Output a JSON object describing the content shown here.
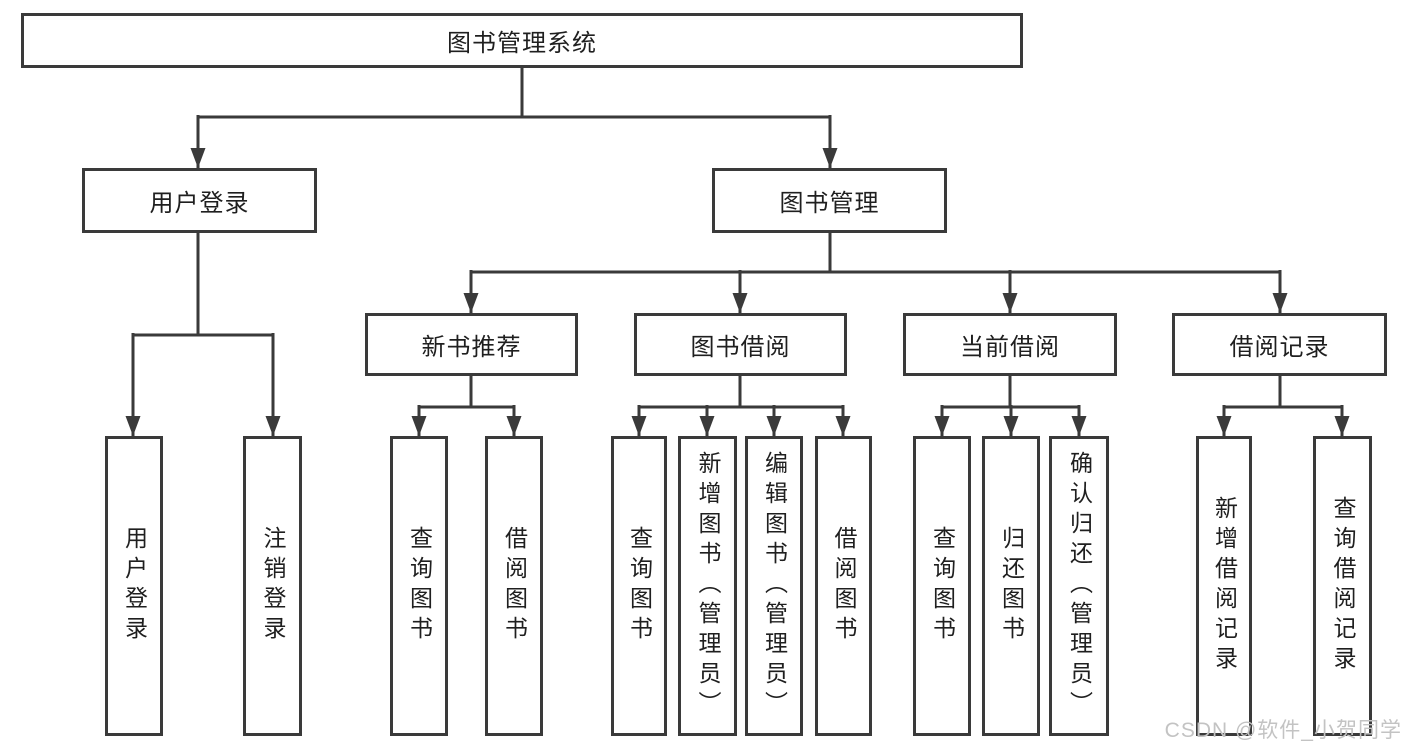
{
  "diagram": {
    "title": "图书管理系统",
    "type": "hierarchy-tree",
    "colors": {
      "line": "#3a3a3a",
      "box_border": "#3a3a3a",
      "box_background": "#ffffff",
      "text": "#1f1f1f",
      "watermark": "#c3c3c3"
    }
  },
  "nodes": {
    "root": {
      "label": "图书管理系统"
    },
    "user_login": {
      "label": "用户登录"
    },
    "book_mgmt": {
      "label": "图书管理"
    },
    "login": {
      "label": "用户登录"
    },
    "logout": {
      "label": "注销登录"
    },
    "new_book_rec": {
      "label": "新书推荐"
    },
    "book_borrow": {
      "label": "图书借阅"
    },
    "current_borrow": {
      "label": "当前借阅"
    },
    "borrow_records": {
      "label": "借阅记录"
    },
    "nbr_query": {
      "label": "查询图书"
    },
    "nbr_borrow": {
      "label": "借阅图书"
    },
    "bb_query": {
      "label": "查询图书"
    },
    "bb_add": {
      "label": "新增图书（管理员）"
    },
    "bb_edit": {
      "label": "编辑图书（管理员）"
    },
    "bb_borrow": {
      "label": "借阅图书"
    },
    "cb_query": {
      "label": "查询图书"
    },
    "cb_return": {
      "label": "归还图书"
    },
    "cb_confirm": {
      "label": "确认归还（管理员）"
    },
    "br_add": {
      "label": "新增借阅记录"
    },
    "br_query": {
      "label": "查询借阅记录"
    }
  },
  "edges": [
    [
      "root",
      "user_login"
    ],
    [
      "root",
      "book_mgmt"
    ],
    [
      "user_login",
      "login"
    ],
    [
      "user_login",
      "logout"
    ],
    [
      "book_mgmt",
      "new_book_rec"
    ],
    [
      "book_mgmt",
      "book_borrow"
    ],
    [
      "book_mgmt",
      "current_borrow"
    ],
    [
      "book_mgmt",
      "borrow_records"
    ],
    [
      "new_book_rec",
      "nbr_query"
    ],
    [
      "new_book_rec",
      "nbr_borrow"
    ],
    [
      "book_borrow",
      "bb_query"
    ],
    [
      "book_borrow",
      "bb_add"
    ],
    [
      "book_borrow",
      "bb_edit"
    ],
    [
      "book_borrow",
      "bb_borrow"
    ],
    [
      "current_borrow",
      "cb_query"
    ],
    [
      "current_borrow",
      "cb_return"
    ],
    [
      "current_borrow",
      "cb_confirm"
    ],
    [
      "borrow_records",
      "br_add"
    ],
    [
      "borrow_records",
      "br_query"
    ]
  ],
  "watermark": {
    "text": "CSDN @软件_小贺同学"
  }
}
